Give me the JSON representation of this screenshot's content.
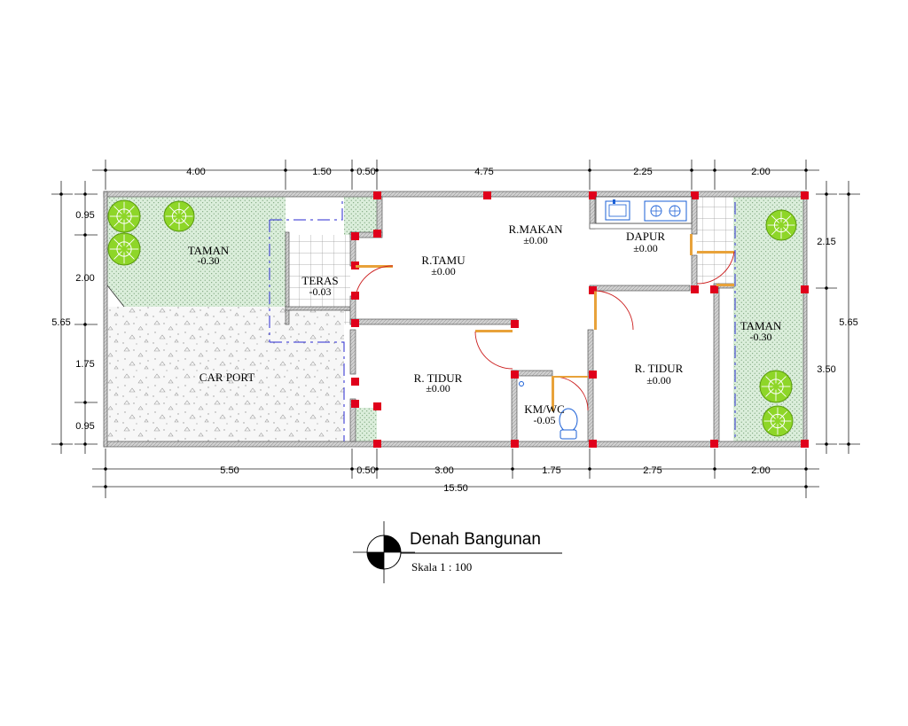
{
  "rooms": {
    "taman_left": {
      "name": "TAMAN",
      "level": "-0.30"
    },
    "teras": {
      "name": "TERAS",
      "level": "-0.03"
    },
    "car_port": {
      "name": "CAR PORT"
    },
    "r_tamu": {
      "name": "R.TAMU",
      "level": "±0.00"
    },
    "r_makan": {
      "name": "R.MAKAN",
      "level": "±0.00"
    },
    "dapur": {
      "name": "DAPUR",
      "level": "±0.00"
    },
    "r_tidur_1": {
      "name": "R. TIDUR",
      "level": "±0.00"
    },
    "r_tidur_2": {
      "name": "R. TIDUR",
      "level": "±0.00"
    },
    "km_wc": {
      "name": "KM/WC",
      "level": "-0.05"
    },
    "taman_right": {
      "name": "TAMAN",
      "level": "-0.30"
    }
  },
  "dimensions": {
    "top": [
      "4.00",
      "1.50",
      "0.50",
      "4.75",
      "2.25",
      "2.00"
    ],
    "bottom": [
      "5.50",
      "0.50",
      "3.00",
      "1.75",
      "2.75",
      "2.00"
    ],
    "total": "15.50",
    "left_segments": [
      "0.95",
      "2.00",
      "1.75",
      "0.95"
    ],
    "left_total": "5.65",
    "right_segments": [
      "2.15",
      "3.50"
    ],
    "right_total": "5.65"
  },
  "title_block": {
    "title": "Denah Bangunan",
    "scale": "Skala 1 : 100"
  },
  "colors": {
    "garden": "#dbeedb",
    "tree": "#8ed628",
    "column": "#e0001b",
    "door": "#e8a23a",
    "door_swing": "#cc2020",
    "hidden_line": "#2a2ad0",
    "wall": "#c8c8c8"
  }
}
